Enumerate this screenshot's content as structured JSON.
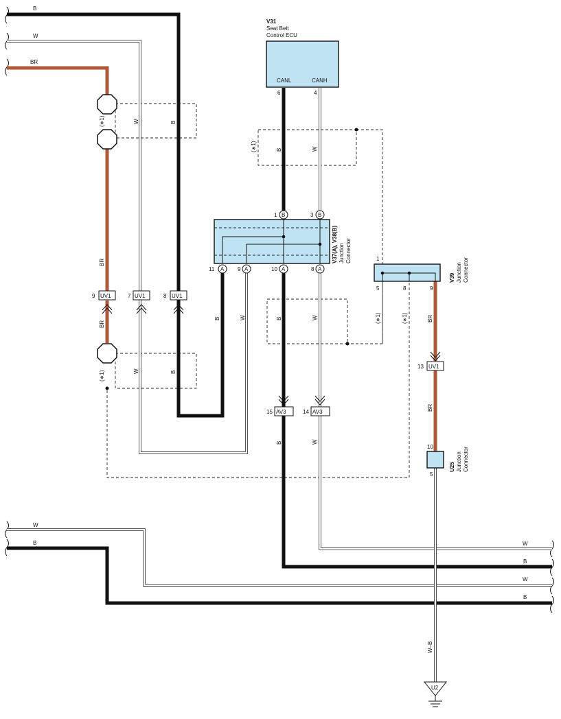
{
  "colors": {
    "black_wire": "#111111",
    "brown_wire": "#b2583a",
    "component_fill": "#bfe3f2"
  },
  "components": {
    "v31": {
      "id": "V31",
      "line1": "Seat Belt",
      "line2": "Control ECU",
      "canl": "CANL",
      "canh": "CANH",
      "pin_canl": "6",
      "pin_canh": "4"
    },
    "v37": {
      "id": "V37(A), V38(B)",
      "line1": "Junction",
      "line2": "Connector",
      "pin_top_1": "1",
      "pin_top_3": "3",
      "letter_b": "B",
      "pin_bot_11": "11",
      "pin_bot_9": "9",
      "pin_bot_10": "10",
      "pin_bot_8": "8",
      "letter_a": "A"
    },
    "v39": {
      "id": "V39",
      "line1": "Junction",
      "line2": "Connector",
      "pin_1": "1",
      "pin_5": "5",
      "pin_8": "8",
      "pin_9": "9"
    },
    "u25": {
      "id": "U25",
      "line1": "Junction",
      "line2": "Connector",
      "pin_10": "10",
      "pin_5": "5"
    },
    "ground": {
      "id": "U2"
    }
  },
  "connectors": {
    "uv1": {
      "name": "UV1",
      "pin_br": "9",
      "pin_w": "7",
      "pin_b": "8",
      "pin_right": "13"
    },
    "av3": {
      "name": "AV3",
      "pin_b": "15",
      "pin_w": "14"
    }
  },
  "wire_labels": {
    "b": "B",
    "w": "W",
    "br": "BR",
    "wb": "W–B",
    "star1": "(∗1)"
  }
}
